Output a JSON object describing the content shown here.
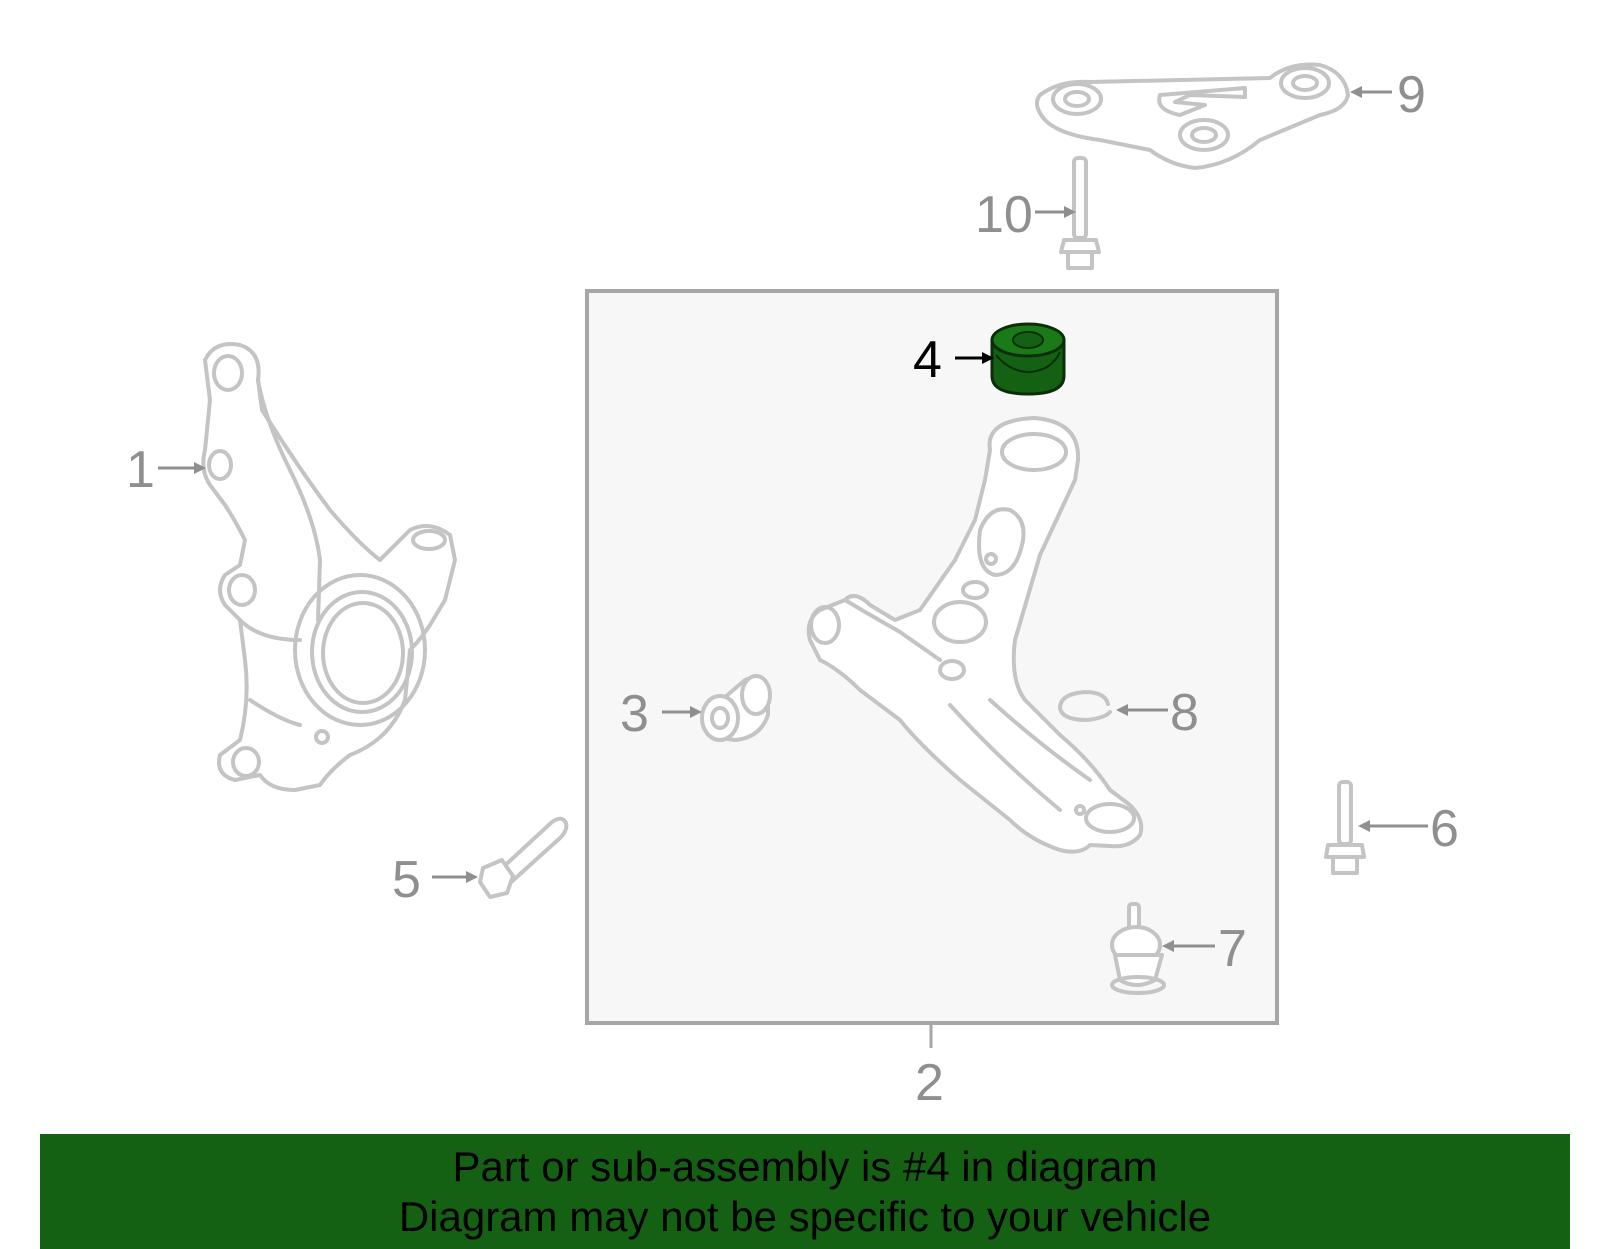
{
  "diagram": {
    "highlighted_part": "4",
    "highlight_color": "#156114",
    "callouts": {
      "c1": "1",
      "c2": "2",
      "c3": "3",
      "c4": "4",
      "c5": "5",
      "c6": "6",
      "c7": "7",
      "c8": "8",
      "c9": "9",
      "c10": "10"
    }
  },
  "banner": {
    "line1": "Part or sub-assembly is #4 in diagram",
    "line2": "Diagram may not be specific to your vehicle",
    "background": "#156114"
  }
}
